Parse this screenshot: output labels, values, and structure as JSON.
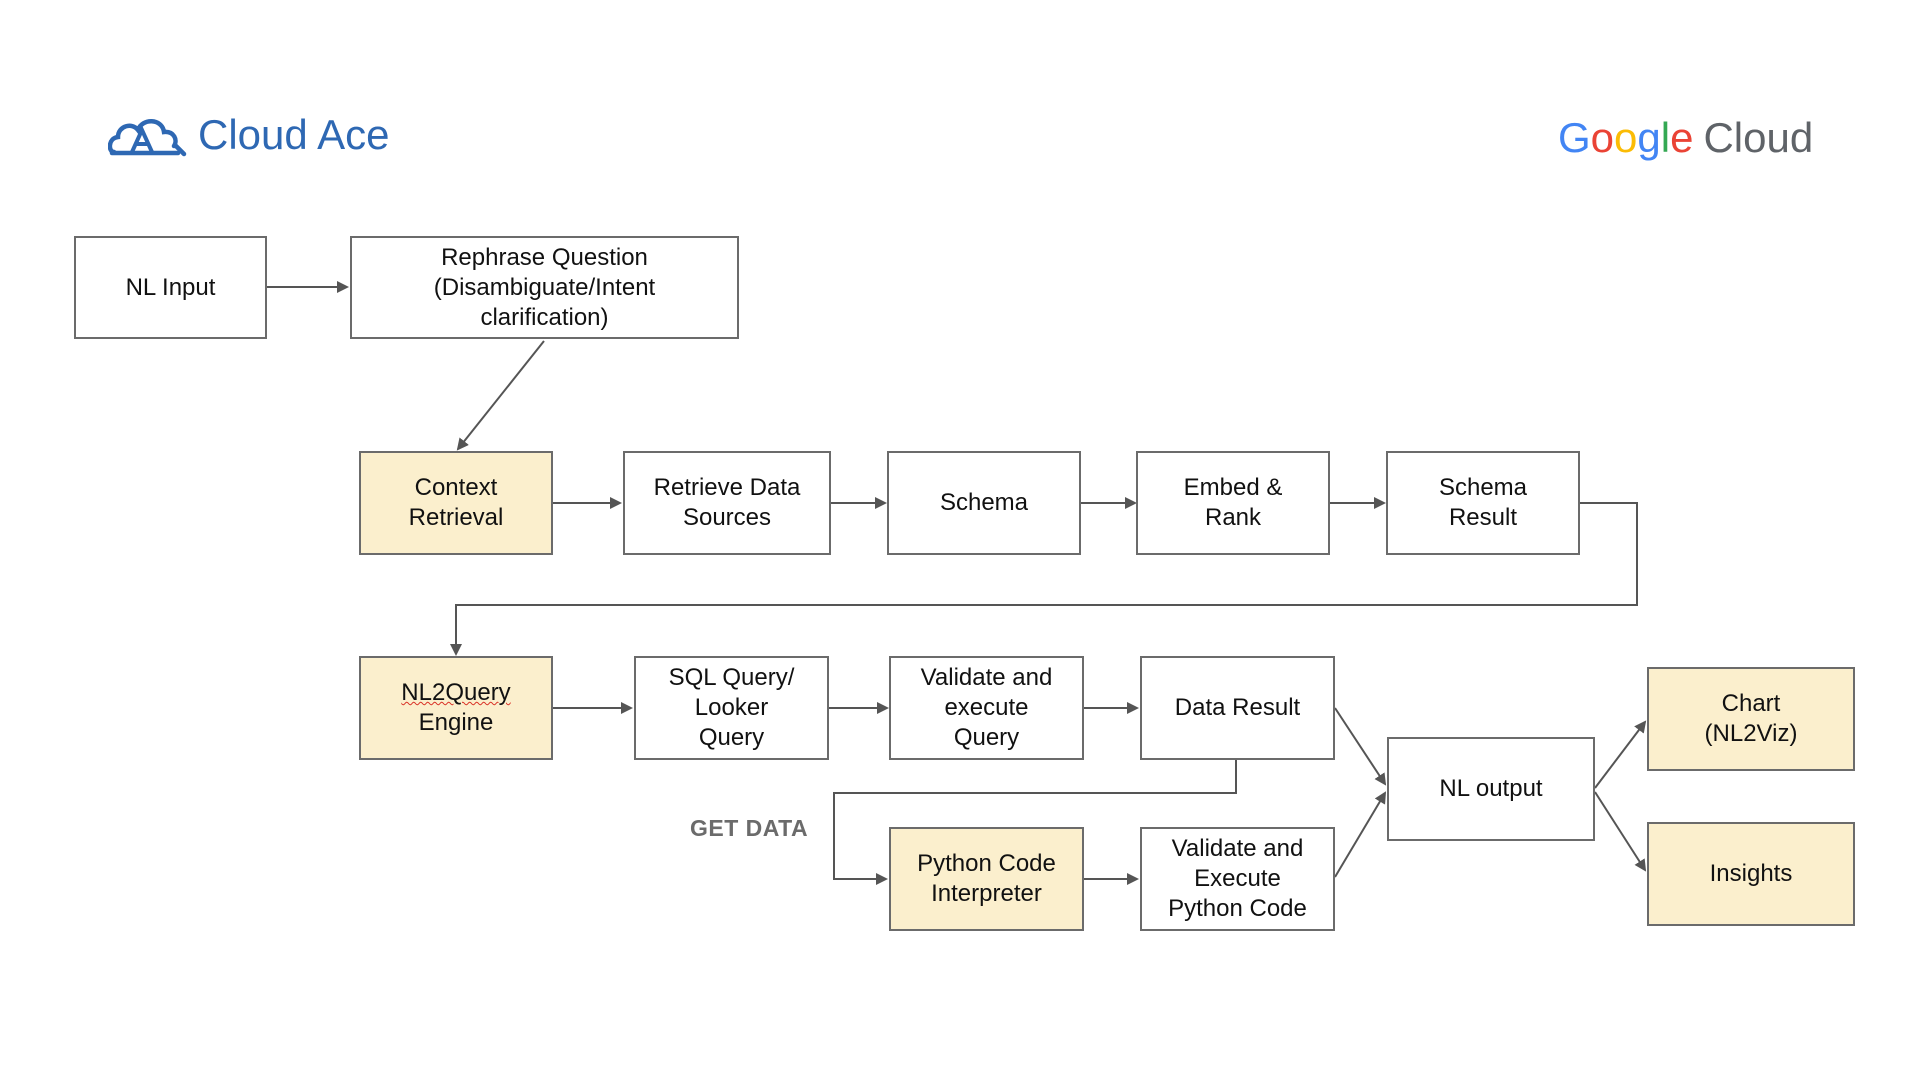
{
  "branding": {
    "left_logo_text": "Cloud Ace",
    "right_logo_google_letters": [
      "G",
      "o",
      "o",
      "g",
      "l",
      "e"
    ],
    "right_logo_cloud_text": "Cloud",
    "colors": {
      "cloud_ace_blue": "#2e68b3",
      "google_blue": "#4285F4",
      "google_red": "#EA4335",
      "google_yellow": "#FBBC05",
      "google_green": "#34A853",
      "google_grey": "#5f6368"
    }
  },
  "colors": {
    "highlight_fill": "#fbefcd",
    "box_border": "#6b6b6b",
    "arrow": "#555555"
  },
  "nodes": {
    "nl_input": "NL Input",
    "rephrase_question": "Rephrase Question\n(Disambiguate/Intent\nclarification)",
    "context_retrieval": "Context\nRetrieval",
    "retrieve_data_sources": "Retrieve Data\nSources",
    "schema": "Schema",
    "embed_rank": "Embed &\nRank",
    "schema_result": "Schema\nResult",
    "nl2query_engine_line1": "NL2Query",
    "nl2query_engine_line2": "Engine",
    "sql_looker_query": "SQL Query/\nLooker\nQuery",
    "validate_execute_query": "Validate and\nexecute\nQuery",
    "data_result": "Data Result",
    "python_code_interpreter": "Python Code\nInterpreter",
    "validate_execute_python": "Validate and\nExecute\nPython Code",
    "nl_output": "NL output",
    "chart_nl2viz": "Chart\n(NL2Viz)",
    "insights": "Insights"
  },
  "labels": {
    "get_data": "GET DATA"
  }
}
